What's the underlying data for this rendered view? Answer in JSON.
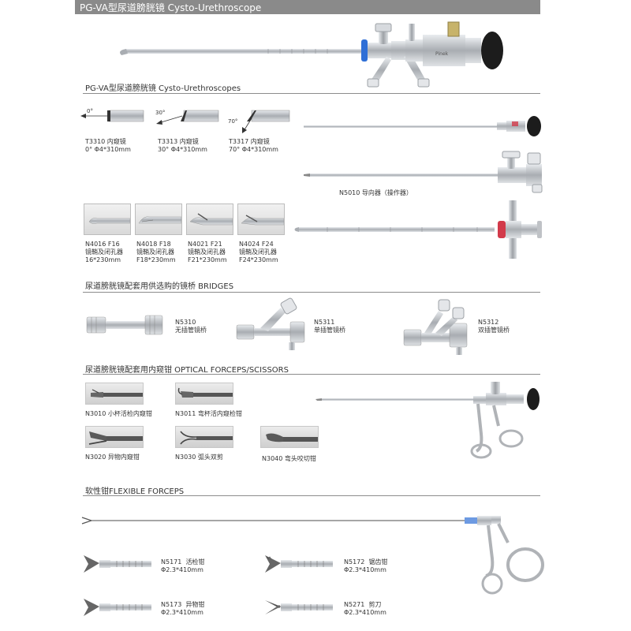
{
  "header": {
    "title": "PG-VA型尿道膀胱镜 Cysto-Urethroscope"
  },
  "sections": {
    "scopes": "PG-VA型尿道膀胱镜 Cysto-Urethroscopes",
    "bridges": "尿道膀胱镜配套用供选购的镜桥 BRIDGES",
    "forceps": "尿道膀胱镜配套用内窥钳 OPTICAL FORCEPS/SCISSORS",
    "flexible": "软性钳FLEXIBLE FORCEPS"
  },
  "telescopes": [
    {
      "angle_mark": "0°",
      "line1": "T3310  内窥镜",
      "line2": "0°  Φ4*310mm"
    },
    {
      "angle_mark": "30°",
      "line1": "T3313  内窥镜",
      "line2": "30°  Φ4*310mm"
    },
    {
      "angle_mark": "70°",
      "line1": "T3317  内窥镜",
      "line2": "70°  Φ4*310mm"
    }
  ],
  "sheaths": [
    {
      "line1": "N4016  F16",
      "line2": "镜鞘及闭孔器",
      "line3": "16*230mm"
    },
    {
      "line1": "N4018  F18",
      "line2": "镜鞘及闭孔器",
      "line3": "F18*230mm"
    },
    {
      "line1": "N4021  F21",
      "line2": "镜鞘及闭孔器",
      "line3": "F21*230mm"
    },
    {
      "line1": "N4024  F24",
      "line2": "镜鞘及闭孔器",
      "line3": "F24*230mm"
    }
  ],
  "guide": {
    "label": "N5010  导向器（操作器）"
  },
  "scope_brand": "Pinek",
  "bridges": [
    {
      "code": "N5310",
      "name": "无插管镜桥"
    },
    {
      "code": "N5311",
      "name": "单插管镜桥"
    },
    {
      "code": "N5312",
      "name": "双插管镜桥"
    }
  ],
  "optical_forceps": [
    {
      "label": "N3010  小杯活检内窥钳"
    },
    {
      "label": "N3011  弯杯活内窥检钳"
    },
    {
      "label": "N3020  异物内窥钳"
    },
    {
      "label": "N3030  弧头双剪"
    },
    {
      "label": "N3040  弯头咬切钳"
    }
  ],
  "flexible_forceps": [
    {
      "code": "N5171",
      "name": "活检钳",
      "size": "Φ2.3*410mm"
    },
    {
      "code": "N5172",
      "name": "锯齿钳",
      "size": "Φ2.3*410mm"
    },
    {
      "code": "N5173",
      "name": "异物钳",
      "size": "Φ2.3*410mm"
    },
    {
      "code": "N5271",
      "name": "剪刀",
      "size": "Φ2.3*410mm"
    }
  ],
  "colors": {
    "header_bg": "#8a8a8a",
    "steel": "#b9bcc0",
    "blue_ring": "#2f6fd6",
    "red_ring": "#d23a4a"
  }
}
